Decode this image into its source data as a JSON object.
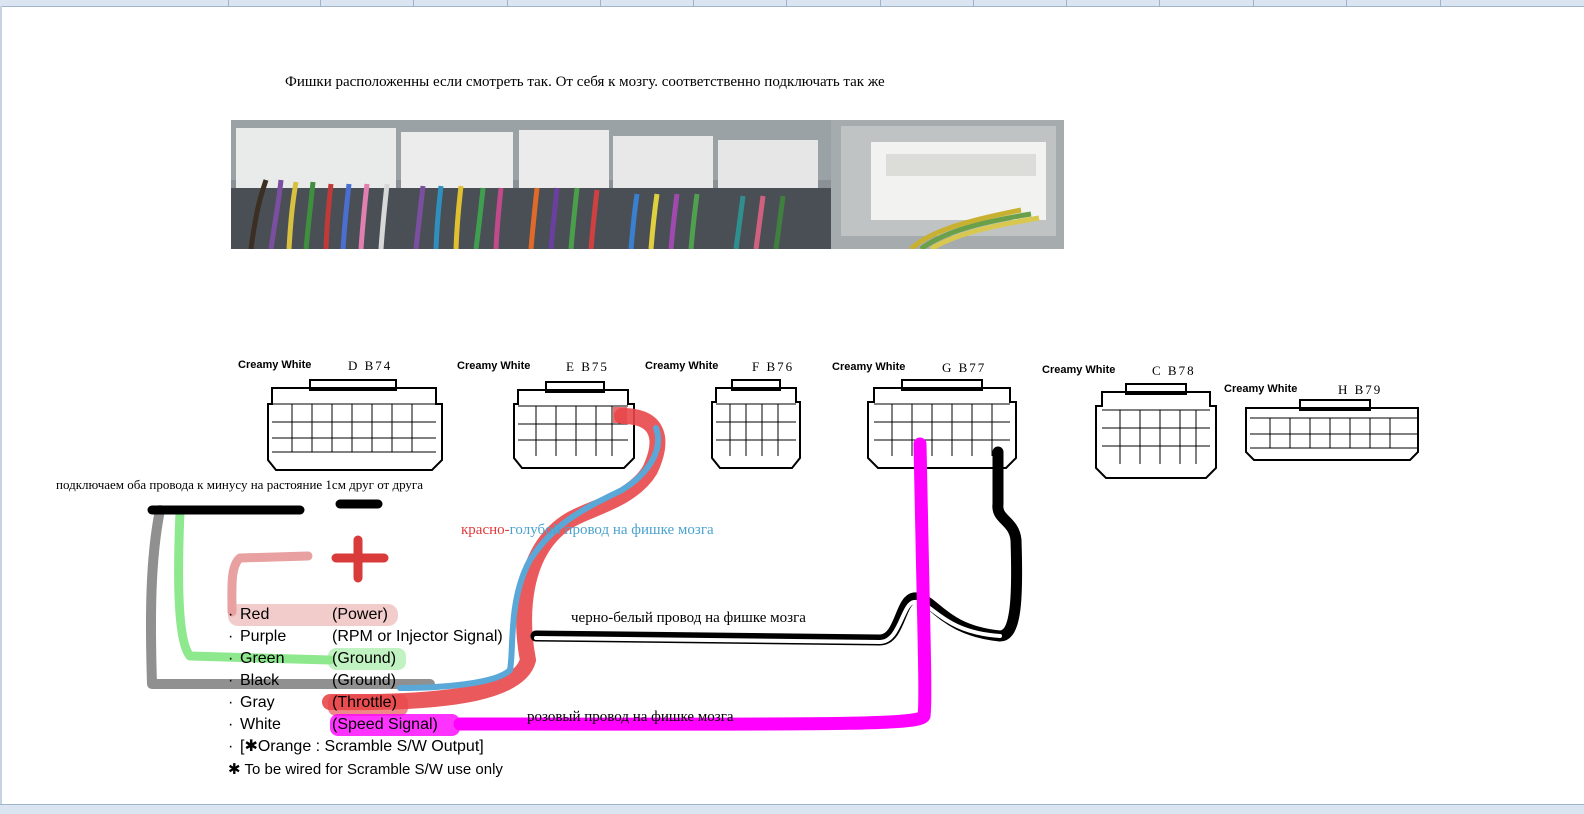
{
  "page": {
    "caption": "Фишки расположенны если смотреть так. От себя к мозгу. соответственно подключать так же"
  },
  "connectors": [
    {
      "label": "Creamy White",
      "code": "D B74"
    },
    {
      "label": "Creamy White",
      "code": "E B75"
    },
    {
      "label": "Creamy White",
      "code": "F B76"
    },
    {
      "label": "Creamy White",
      "code": "G B77"
    },
    {
      "label": "Creamy White",
      "code": "C B78"
    },
    {
      "label": "Creamy White",
      "code": "H B79"
    }
  ],
  "notes": {
    "ground": "подключаем оба провода к минусу на растояние 1см друг от друга",
    "red_blue_a": "красно-",
    "red_blue_b": "голубой провод на фишке мозга",
    "black_white": "черно-белый провод на фишке мозга",
    "pink": "розовый провод на фишке мозга",
    "minus_sign": "-",
    "plus_sign": "+"
  },
  "legend": {
    "rows": [
      {
        "name": "Red",
        "value": "(Power)"
      },
      {
        "name": "Purple",
        "value": "(RPM or Injector Signal)"
      },
      {
        "name": "Green",
        "value": "(Ground)"
      },
      {
        "name": "Black",
        "value": "(Ground)"
      },
      {
        "name": "Gray",
        "value": "(Throttle)"
      },
      {
        "name": "White",
        "value": "(Speed Signal)"
      }
    ],
    "orange_line": "[✱Orange : Scramble S/W Output]",
    "footnote": "✱ To be wired for Scramble S/W use only"
  },
  "colors": {
    "red_wire": "#e8474a",
    "blue_wire": "#5aa8d8",
    "pink_wire": "#ff00ff",
    "green_wire": "#8ee88e",
    "gray_wire": "#909090",
    "black_wire": "#000000",
    "caption_red": "#e23a3a",
    "caption_blue": "#4aa3cf"
  }
}
